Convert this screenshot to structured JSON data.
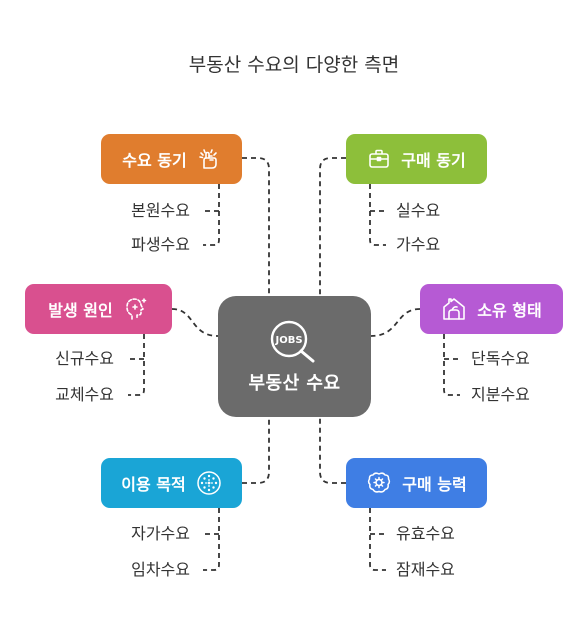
{
  "title": "부동산 수요의 다양한 측면",
  "center": {
    "label": "부동산 수요",
    "icon_text": "JOBS",
    "icon": "magnifier-jobs-icon"
  },
  "nodes": [
    {
      "label": "수요 동기",
      "color": "#e07d2e",
      "icon": "hand-pointing-icon",
      "items": [
        "본원수요",
        "파생수요"
      ]
    },
    {
      "label": "발생 원인",
      "color": "#d9508f",
      "icon": "head-sparkle-icon",
      "items": [
        "신규수요",
        "교체수요"
      ]
    },
    {
      "label": "이용 목적",
      "color": "#1aa5d6",
      "icon": "dotted-circle-icon",
      "items": [
        "자가수요",
        "임차수요"
      ]
    },
    {
      "label": "구매 동기",
      "color": "#8dbf3a",
      "icon": "briefcase-icon",
      "items": [
        "실수요",
        "가수요"
      ]
    },
    {
      "label": "소유 형태",
      "color": "#b65ad4",
      "icon": "house-hand-icon",
      "items": [
        "단독수요",
        "지분수요"
      ]
    },
    {
      "label": "구매 능력",
      "color": "#3f7ee4",
      "icon": "brain-gear-icon",
      "items": [
        "유효수요",
        "잠재수요"
      ]
    }
  ]
}
